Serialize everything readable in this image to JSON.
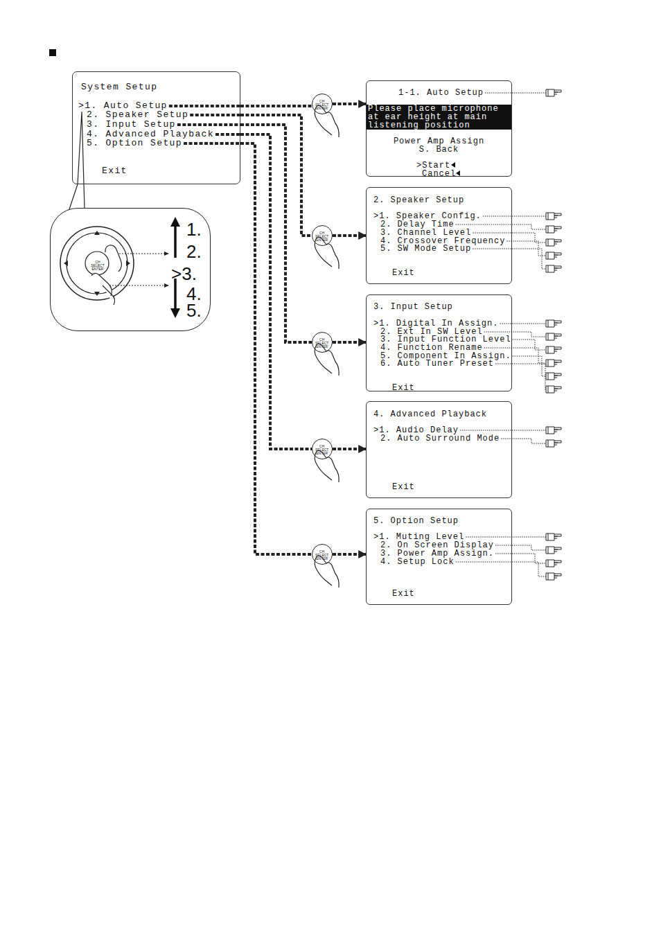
{
  "diagram": {
    "nodes": [
      {
        "text": [
          "System Setup",
          ">1. Auto Setup",
          "2. Speaker Setup",
          "3. Input Setup",
          "4. Advanced Playback",
          "5. Option Setup",
          "Exit"
        ]
      },
      {
        "text": [
          "CH SELECT ENTER",
          "1.",
          "2.",
          ">3.",
          "4.",
          "5."
        ]
      },
      {
        "text": [
          "CH SELECT ENTER"
        ]
      },
      {
        "text": [
          "1-1. Auto Setup",
          "Please place microphone at ear height at main listening position",
          "Power Amp Assign",
          "S. Back",
          ">Start",
          "Cancel"
        ]
      },
      {
        "text": [
          "CH SELECT ENTER"
        ]
      },
      {
        "text": [
          "2. Speaker Setup",
          ">1. Speaker Config.",
          "2. Delay Time",
          "3. Channel Level",
          "4. Crossover Frequency",
          "5. SW Mode Setup",
          "Exit"
        ]
      },
      {
        "text": [
          "CH SELECT ENTER"
        ]
      },
      {
        "text": [
          "3. Input Setup",
          ">1. Digital In Assign.",
          "2. Ext In SW Level",
          "3. Input Function Level",
          "4. Function Rename",
          "5. Component In Assign.",
          "6. Auto Tuner Preset",
          "Exit"
        ]
      },
      {
        "text": [
          "CH SELECT ENTER"
        ]
      },
      {
        "text": [
          "4. Advanced Playback",
          ">1. Audio Delay",
          "2. Auto Surround Mode",
          "Exit"
        ]
      },
      {
        "text": [
          "CH SELECT ENTER"
        ]
      },
      {
        "text": [
          "5. Option Setup",
          ">1. Muting Level",
          "2. On Screen Display",
          "3. Power Amp Assign.",
          "4. Setup Lock",
          "Exit"
        ]
      }
    ],
    "edges": [
      {
        "from": 0,
        "to": 1,
        "arrow": "none"
      },
      {
        "from": 0,
        "to": 2,
        "arrow": "none"
      },
      {
        "from": 2,
        "to": 3,
        "arrow": "to"
      },
      {
        "from": 0,
        "to": 4,
        "arrow": "none"
      },
      {
        "from": 4,
        "to": 5,
        "arrow": "to"
      },
      {
        "from": 0,
        "to": 6,
        "arrow": "none"
      },
      {
        "from": 6,
        "to": 7,
        "arrow": "to"
      },
      {
        "from": 0,
        "to": 8,
        "arrow": "none"
      },
      {
        "from": 8,
        "to": 9,
        "arrow": "to"
      },
      {
        "from": 0,
        "to": 10,
        "arrow": "none"
      },
      {
        "from": 10,
        "to": 11,
        "arrow": "to"
      }
    ]
  }
}
